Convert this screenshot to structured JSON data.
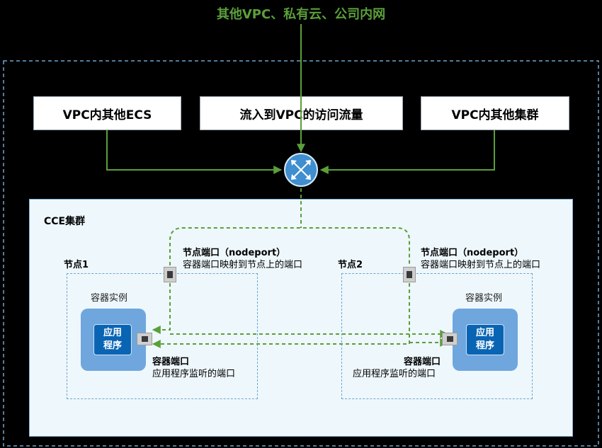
{
  "top_title": "其他VPC、私有云、公司内网",
  "sources": {
    "left": "VPC内其他ECS",
    "center": "流入到VPC的访问流量",
    "right": "VPC内其他集群"
  },
  "icons": {
    "router": "router-icon",
    "port": "port-icon"
  },
  "colors": {
    "green": "#5b9f3a",
    "blue": "#6ea6cf",
    "app": "#0a64b4",
    "instance": "#6fa6dd",
    "cluster_bg": "#eef7fc"
  },
  "cluster": {
    "title": "CCE集群",
    "nodes": [
      {
        "label": "节点1",
        "nodeport_title": "节点端口（nodeport）",
        "nodeport_desc": "容器端口映射到节点上的端口",
        "instance_label": "容器实例",
        "app_label_1": "应用",
        "app_label_2": "程序",
        "container_port_title": "容器端口",
        "container_port_desc": "应用程序监听的端口"
      },
      {
        "label": "节点2",
        "nodeport_title": "节点端口（nodeport）",
        "nodeport_desc": "容器端口映射到节点上的端口",
        "instance_label": "容器实例",
        "app_label_1": "应用",
        "app_label_2": "程序",
        "container_port_title": "容器端口",
        "container_port_desc": "应用程序监听的端口"
      }
    ]
  }
}
